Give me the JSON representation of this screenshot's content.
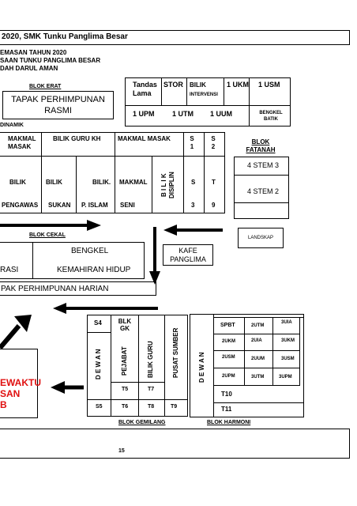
{
  "page": {
    "header": "2020, SMK Tunku Panglima Besar",
    "subtitle_lines": [
      "EMASAN TAHUN 2020",
      "SAAN TUNKU PANGLIMA BESAR",
      "DAH DARUL AMAN"
    ],
    "page_number": "15"
  },
  "blocks": {
    "blok_erat": "BLOK ERAT",
    "tapak_rasmi": "TAPAK PERHIMPUNAN RASMI",
    "dinamik": "DINAMIK",
    "blok_fatanah": "BLOK FATANAH",
    "blok_cekal": "BLOK CEKAL",
    "blok_gemilang": "BLOK GEMILANG",
    "blok_harmoni": "BLOK HARMONI"
  },
  "rooms": {
    "tandas_lama": "Tandas Lama",
    "stor": "STOR",
    "bilik_label": "BILIK",
    "intervensi": "INTERVENSI",
    "ukm1": "1 UKM",
    "usm1": "1 USM",
    "upm1": "1 UPM",
    "utm1": "1 UTM",
    "uum1": "1 UUM",
    "bengkel_batik": "BENGKEL BATIK",
    "makmal_masak_1": "MAKMAL MASAK",
    "bilik_guru_kh": "BILIK GURU KH",
    "makmal_masak_2": "MAKMAL MASAK",
    "s1": "S 1",
    "s2": "S 2",
    "bilik_1": "BILIK",
    "bilik_2": "BILIK",
    "bilik_3": "BILIK.",
    "makmal": "MAKMAL",
    "bilik_disiplin": "B I L I K DISIPLIN",
    "s_col": "S",
    "t_col": "T",
    "pengawas": "PENGAWAS",
    "sukan": "SUKAN",
    "p_islam": "P. ISLAM",
    "seni": "SENI",
    "n3": "3",
    "n9": "9",
    "stem3": "4 STEM 3",
    "stem2": "4 STEM 2",
    "landskap": "LANDSKAP",
    "bengkel": "BENGKEL",
    "rasi": "RASI",
    "kemahiran": "KEMAHIRAN HIDUP",
    "kafe": "KAFE PANGLIMA",
    "tapak_harian": "PAK PERHIMPUNAN HARIAN",
    "waktu": "EWAKTU",
    "san": "SAN",
    "b": "B",
    "s4": "S4",
    "blk_gk": "BLK GK",
    "dewan_1": "D E W A N",
    "pejabat": "PEJABAT",
    "bilik_guru": "BILIK GURU",
    "pusat_sumber": "PUSAT SUMBER",
    "t5": "T5",
    "t7": "T7",
    "s5": "S5",
    "t6": "T6",
    "t8": "T8",
    "t9": "T9",
    "dewan_2": "D E W A N",
    "spbt": "SPBT",
    "utm2": "2UTM",
    "uia3": "3UIA",
    "ukm2": "2UKM",
    "uia2": "2UIA",
    "ukm3": "3UKM",
    "usm2": "2USM",
    "uum2": "2UUM",
    "usm3": "3USM",
    "upm2": "2UPM",
    "utm3": "3UTM",
    "upm3": "3UPM",
    "t10": "T10",
    "t11": "T11"
  },
  "colors": {
    "accent_red": "#e01010",
    "ink": "#000000"
  }
}
